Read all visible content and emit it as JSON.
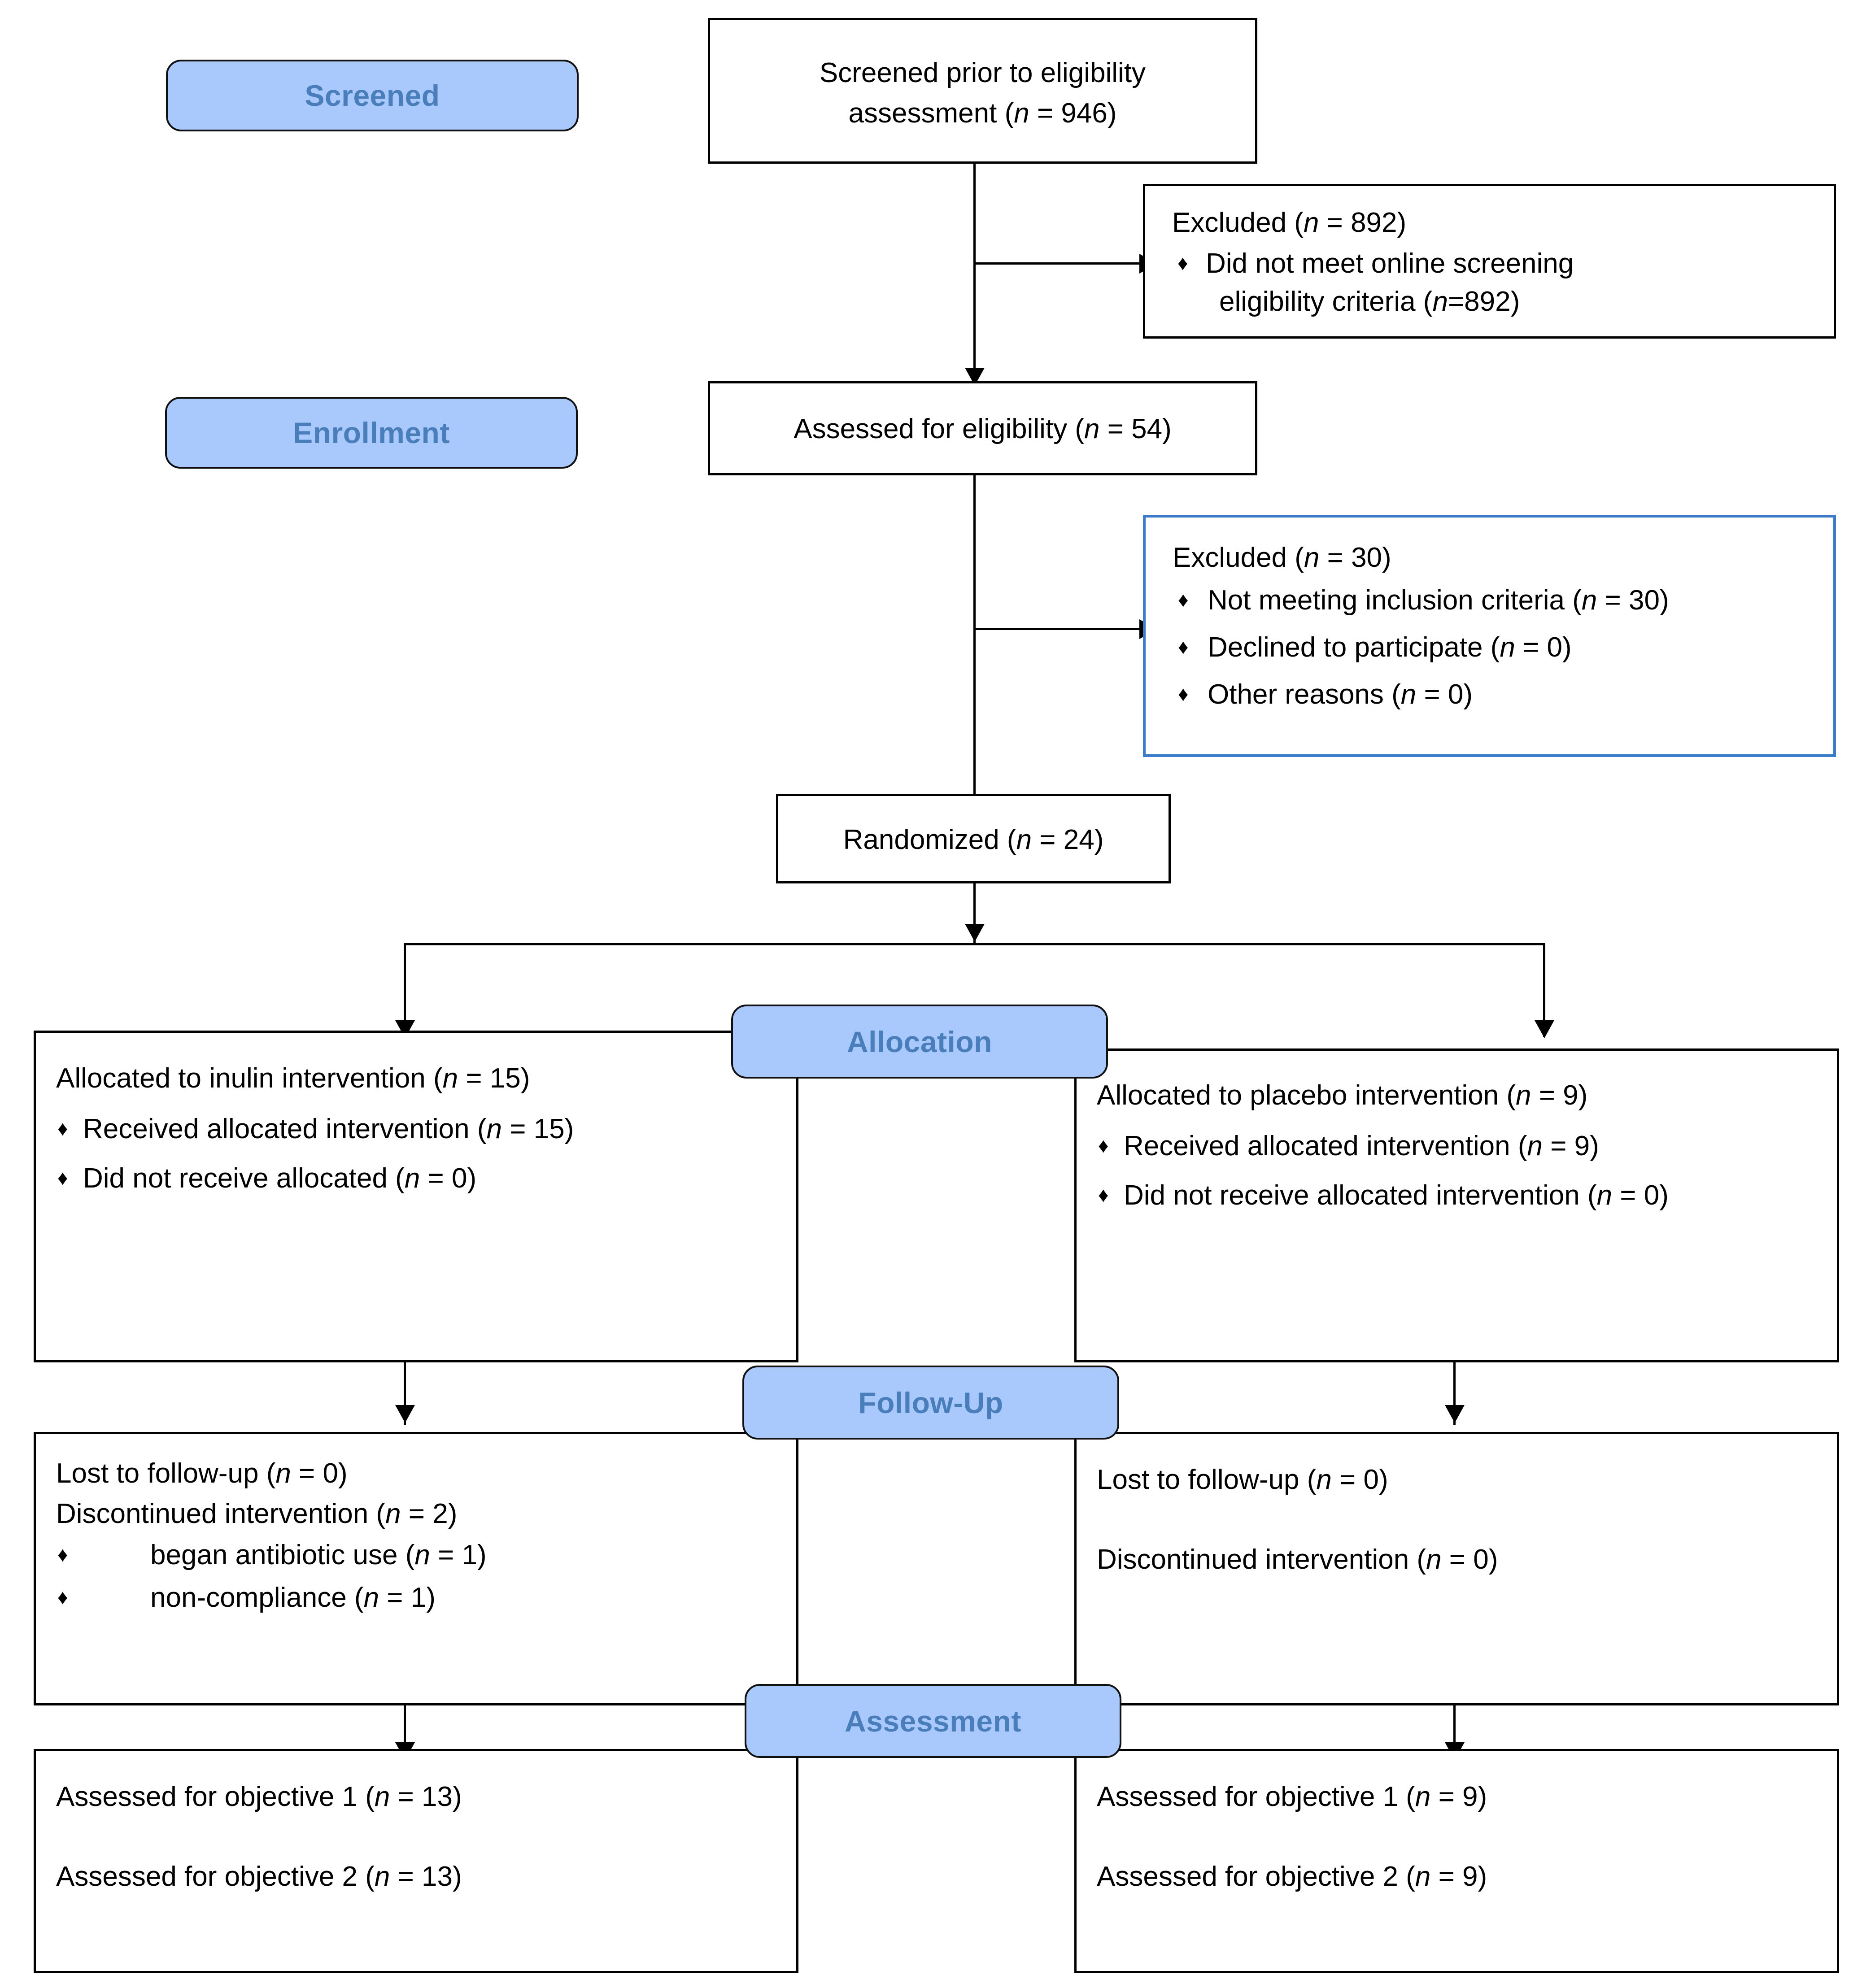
{
  "diagram": {
    "title": "CONSORT participant flow diagram",
    "accent_blue_fill": "#a9c8fb",
    "accent_blue_text": "#4a7ebb",
    "highlight_border": "#3d7cc9",
    "bullet_glyph": "♦"
  },
  "stages": {
    "screened": "Screened",
    "enrollment": "Enrollment",
    "allocation": "Allocation",
    "followup": "Follow-Up",
    "assessment": "Assessment"
  },
  "boxes": {
    "screened_total": {
      "line1": "Screened prior to eligibility",
      "line2_pre": "assessment (",
      "line2_n": "n",
      "line2_post": " = 946)"
    },
    "excluded_screening": {
      "header_pre": "Excluded (",
      "header_n": "n",
      "header_post": " = 892)",
      "items": [
        {
          "l1": "Did not meet online screening",
          "l2_pre": "eligibility criteria (",
          "l2_n": "n",
          "l2_post": "=892)"
        }
      ]
    },
    "assessed_eligibility": {
      "pre": "Assessed for eligibility (",
      "n": "n",
      "post": " = 54)"
    },
    "excluded_eligibility": {
      "header_pre": "Excluded (",
      "header_n": "n",
      "header_post": " = 30)",
      "items": [
        {
          "pre": "Not meeting inclusion criteria (",
          "n": "n",
          "post": " = 30)"
        },
        {
          "pre": "Declined to participate (",
          "n": "n",
          "post": " = 0)"
        },
        {
          "pre": "Other reasons (",
          "n": "n",
          "post": " = 0)"
        }
      ]
    },
    "randomized": {
      "pre": "Randomized (",
      "n": "n",
      "post": " = 24)"
    },
    "alloc_left": {
      "header_pre": "Allocated to inulin intervention (",
      "header_n": "n",
      "header_post": " = 15)",
      "items": [
        {
          "pre": "Received allocated intervention (",
          "n": "n",
          "post": " = 15)"
        },
        {
          "pre": "Did not receive allocated (",
          "n": "n",
          "post": " = 0)"
        }
      ]
    },
    "alloc_right": {
      "header_pre": "Allocated to placebo intervention (",
      "header_n": "n",
      "header_post": " = 9)",
      "items": [
        {
          "pre": "Received allocated intervention (",
          "n": "n",
          "post": " = 9)"
        },
        {
          "pre": "Did not receive allocated intervention (",
          "n": "n",
          "post": " = 0)"
        }
      ]
    },
    "follow_left": {
      "line1_pre": "Lost to follow-up (",
      "line1_n": "n",
      "line1_post": " = 0)",
      "line2_pre": "Discontinued intervention (",
      "line2_n": "n",
      "line2_post": " = 2)",
      "items": [
        {
          "pre": "began antibiotic use (",
          "n": "n",
          "post": " = 1)"
        },
        {
          "pre": "non-compliance (",
          "n": "n",
          "post": " = 1)"
        }
      ]
    },
    "follow_right": {
      "line1_pre": "Lost to follow-up (",
      "line1_n": "n",
      "line1_post": " = 0)",
      "line2_pre": "Discontinued intervention (",
      "line2_n": "n",
      "line2_post": " = 0)"
    },
    "assess_left": {
      "line1_pre": "Assessed for objective 1 (",
      "line1_n": "n",
      "line1_post": " = 13)",
      "line2_pre": "Assessed for objective 2 (",
      "line2_n": "n",
      "line2_post": " = 13)"
    },
    "assess_right": {
      "line1_pre": "Assessed for objective 1 (",
      "line1_n": "n",
      "line1_post": " = 9)",
      "line2_pre": "Assessed for objective 2 (",
      "line2_n": "n",
      "line2_post": " = 9)"
    }
  },
  "flow": {
    "type": "flowchart",
    "counts": {
      "screened": 946,
      "excluded_screening": 892,
      "assessed_eligibility": 54,
      "excluded_eligibility": 30,
      "not_meeting_inclusion": 30,
      "declined": 0,
      "other_reasons": 0,
      "randomized": 24,
      "allocated_inulin": 15,
      "allocated_placebo": 9,
      "received_inulin": 15,
      "received_placebo": 9,
      "did_not_receive_inulin": 0,
      "did_not_receive_placebo": 0,
      "lost_followup_inulin": 0,
      "lost_followup_placebo": 0,
      "discontinued_inulin": 2,
      "discontinued_placebo": 0,
      "began_antibiotic": 1,
      "non_compliance": 1,
      "assessed_obj1_inulin": 13,
      "assessed_obj2_inulin": 13,
      "assessed_obj1_placebo": 9,
      "assessed_obj2_placebo": 9
    }
  }
}
